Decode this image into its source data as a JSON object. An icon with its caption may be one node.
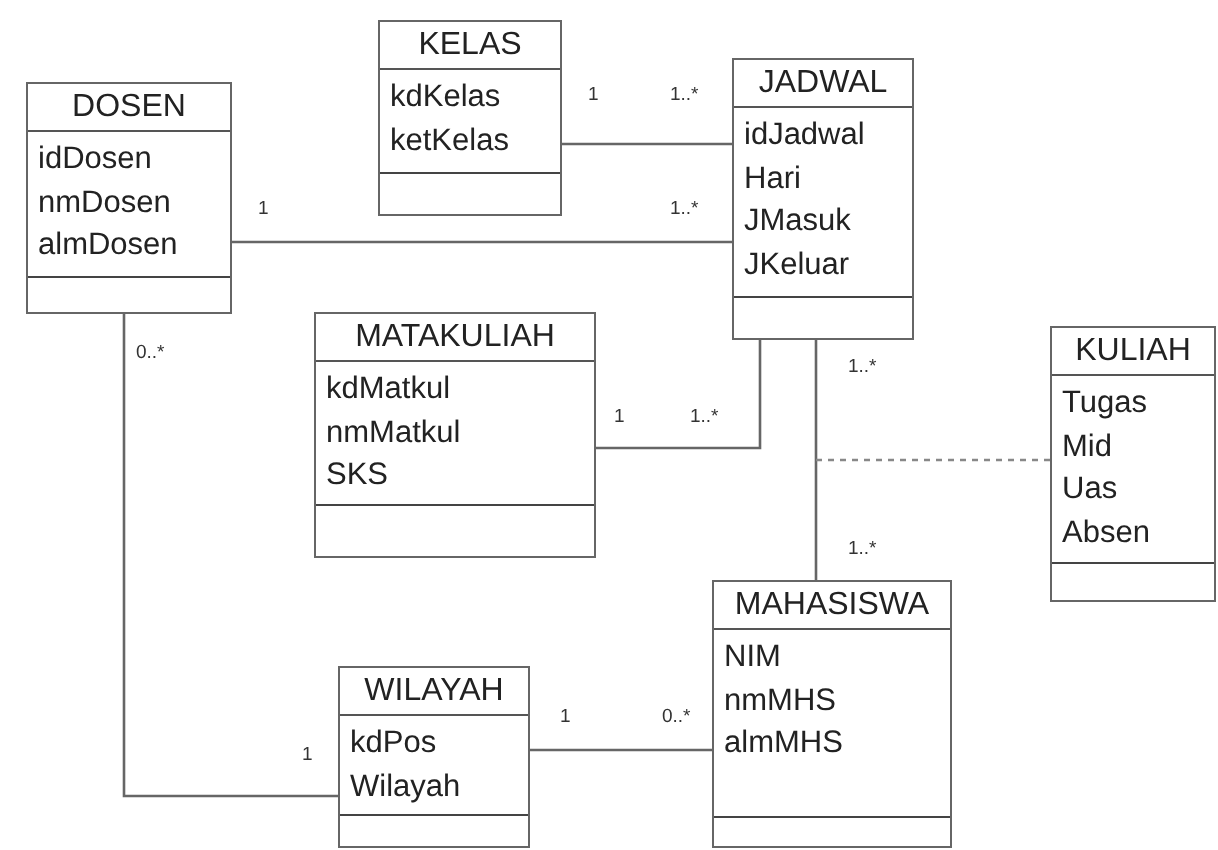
{
  "diagram": {
    "nodes": [
      {
        "text": [
          "KELAS",
          "kdKelas",
          "ketKelas"
        ]
      },
      {
        "text": [
          "JADWAL",
          "idJadwal",
          "Hari",
          "JMasuk",
          "JKeluar"
        ]
      },
      {
        "text": [
          "DOSEN",
          "idDosen",
          "nmDosen",
          "almDosen"
        ]
      },
      {
        "text": [
          "MATAKULIAH",
          "kdMatkul",
          "nmMatkul",
          "SKS"
        ]
      },
      {
        "text": [
          "KULIAH",
          "Tugas",
          "Mid",
          "Uas",
          "Absen"
        ]
      },
      {
        "text": [
          "MAHASISWA",
          "NIM",
          "nmMHS",
          "almMHS"
        ]
      },
      {
        "text": [
          "WILAYAH",
          "kdPos",
          "Wilayah"
        ]
      }
    ],
    "edges": [
      {
        "from": 0,
        "to": 1,
        "arrow": "none"
      },
      {
        "from": 2,
        "to": 1,
        "arrow": "none"
      },
      {
        "from": 3,
        "to": 1,
        "arrow": "none"
      },
      {
        "from": 1,
        "to": 5,
        "arrow": "none"
      },
      {
        "from": 4,
        "to": null,
        "arrow": "none",
        "style": "dashed"
      },
      {
        "from": 2,
        "to": 6,
        "arrow": "none"
      },
      {
        "from": 6,
        "to": 5,
        "arrow": "none"
      }
    ],
    "labels": [
      "1",
      "1..*",
      "1",
      "1..*",
      "0..*",
      "1..*",
      "1",
      "1..*",
      "1..*",
      "1",
      "0..*",
      "1"
    ]
  }
}
